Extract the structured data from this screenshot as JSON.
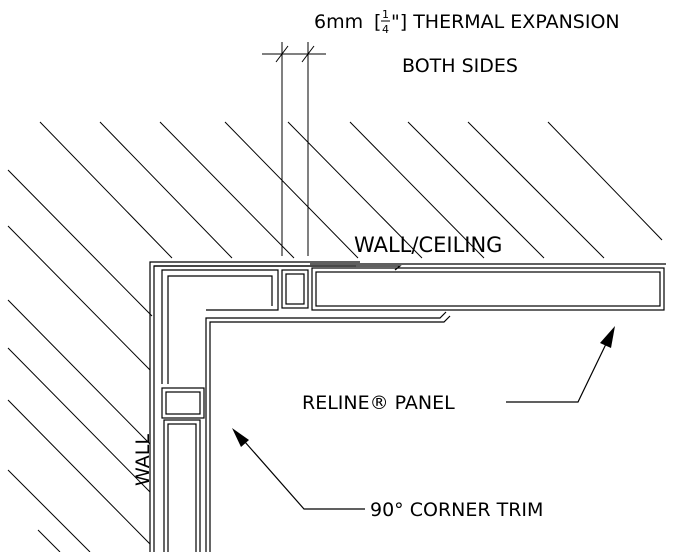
{
  "labels": {
    "expansion_dim": "6mm",
    "expansion_frac_num": "1",
    "expansion_frac_den": "4",
    "expansion_line1_rest": "\"] THERMAL EXPANSION",
    "expansion_line2": "BOTH SIDES",
    "wall_ceiling": "WALL/CEILING",
    "panel": "RELINE® PANEL",
    "wall": "WALL",
    "corner_trim": "90° CORNER TRIM"
  }
}
